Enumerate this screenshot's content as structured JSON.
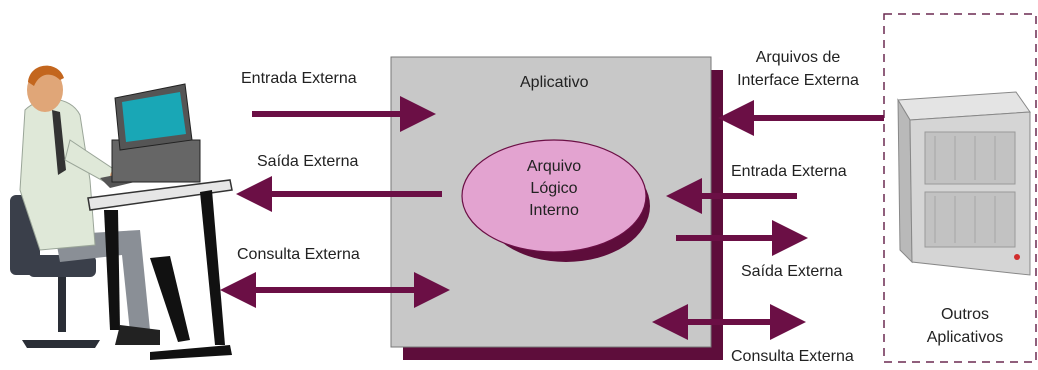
{
  "diagram": {
    "app_box": {
      "label": "Aplicativo"
    },
    "internal_file": {
      "line1": "Arquivo",
      "line2": "Lógico",
      "line3": "Interno"
    },
    "left_flows": {
      "external_input": "Entrada Externa",
      "external_output": "Saída Externa",
      "external_inquiry": "Consulta Externa"
    },
    "right_flows": {
      "interface_file_line1": "Arquivos de",
      "interface_file_line2": "Interface Externa",
      "external_input": "Entrada Externa",
      "external_output": "Saída Externa",
      "external_inquiry": "Consulta Externa"
    },
    "other_apps": {
      "line1": "Outros",
      "line2": "Aplicativos"
    },
    "colors": {
      "arrow": "#6b0f45",
      "box_fill": "#c8c8c8",
      "box_shadow": "#5e0d3b",
      "ellipse_fill": "#e3a3d0",
      "ellipse_shadow": "#5e0d3b",
      "dashed_border": "#6b2a50"
    },
    "icons": [
      "user-at-computer-icon",
      "server-icon"
    ]
  }
}
